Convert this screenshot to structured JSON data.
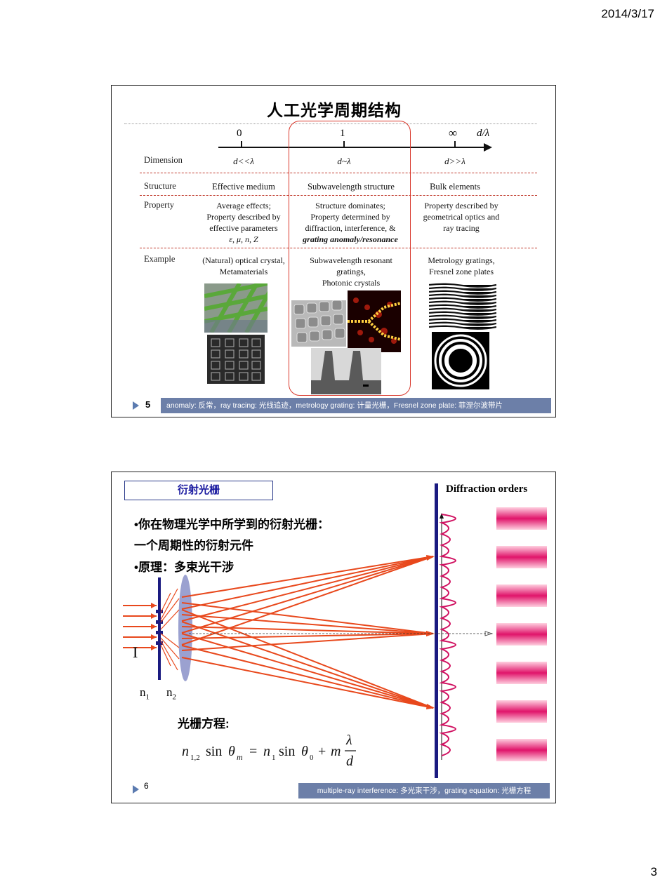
{
  "page": {
    "date": "2014/3/17",
    "number": "3"
  },
  "slide1": {
    "title": "人工光学周期结构",
    "axis": {
      "tick0": "0",
      "tick1": "1",
      "tick2": "∞",
      "unit": "d/λ"
    },
    "rows": {
      "dimension": "Dimension",
      "structure": "Structure",
      "property": "Property",
      "example": "Example"
    },
    "col1": {
      "dim": "d<<λ",
      "structure": "Effective medium",
      "property": [
        "Average effects;",
        "Property described by",
        "effective parameters",
        "ε, μ, n, Z"
      ],
      "example": [
        "(Natural) optical crystal,",
        "Metamaterials"
      ]
    },
    "col2": {
      "dim": "d~λ",
      "structure": "Subwavelength structure",
      "property": [
        "Structure dominates;",
        "Property determined by",
        "diffraction, interference, &",
        "grating anomaly/resonance"
      ],
      "example": [
        "Subwavelength resonant",
        "gratings,",
        "Photonic crystals"
      ]
    },
    "col3": {
      "dim": "d>>λ",
      "structure": "Bulk elements",
      "property": [
        "Property described by",
        "geometrical optics and",
        "ray tracing"
      ],
      "example": [
        "Metrology gratings,",
        "Fresnel zone plates"
      ]
    },
    "slide_number": "5",
    "footer": "anomaly: 反常，ray tracing: 光线追迹，metrology grating: 计量光栅，Fresnel zone plate: 菲涅尔波带片"
  },
  "slide2": {
    "title": "衍射光栅",
    "bullet1": "•你在物理光学中所学到的衍射光栅：",
    "line2": "一个周期性的衍射元件",
    "bullet2": "•原理：多束光干涉",
    "diffraction_label": "Diffraction orders",
    "label_I": "I",
    "label_n1": "n",
    "label_n1_sub": "1",
    "label_n2": "n",
    "label_n2_sub": "2",
    "equation_label": "光栅方程:",
    "slide_number": "6",
    "footer": "multiple-ray interference: 多光束干涉，grating equation: 光栅方程",
    "colors": {
      "ray": "#e8481c",
      "fringe": "#e0146a",
      "grating": "#1a1a80",
      "lens": "#8a90c8"
    }
  }
}
